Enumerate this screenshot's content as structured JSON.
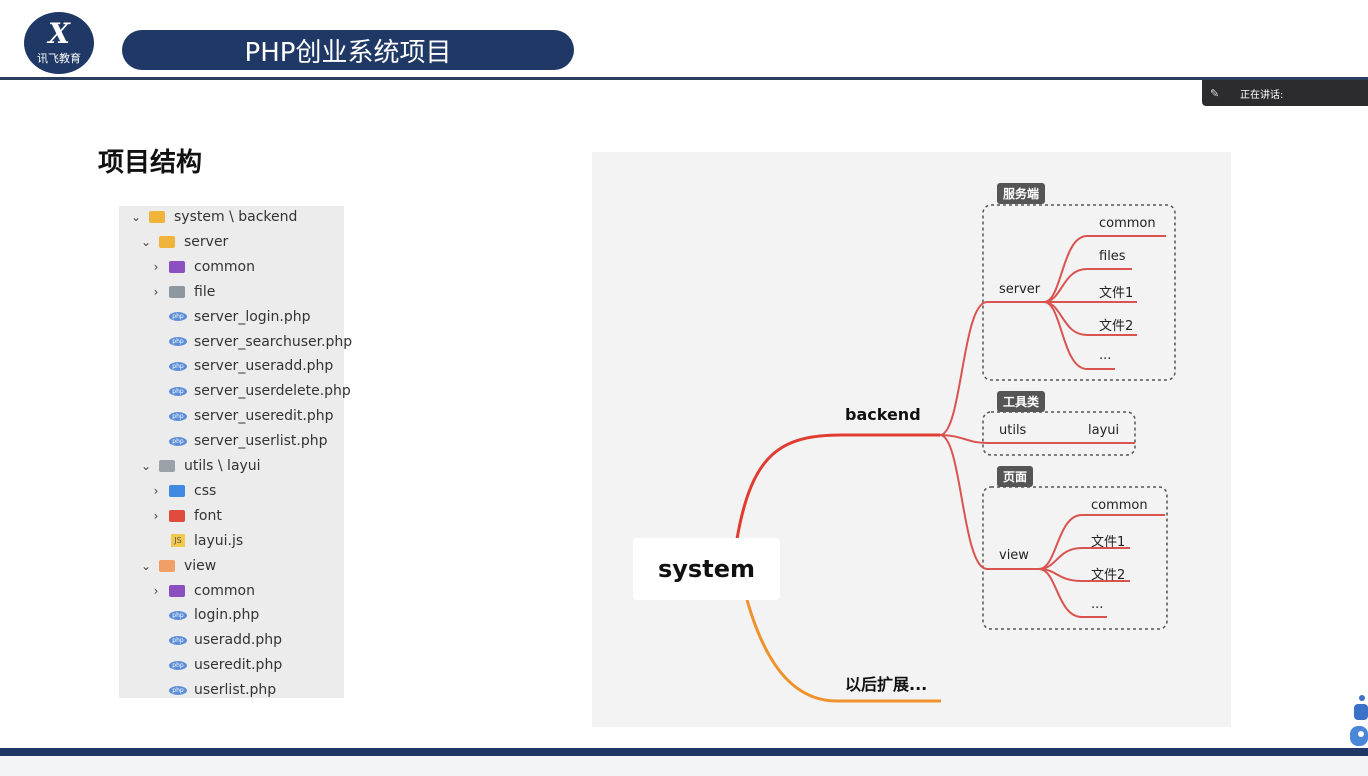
{
  "header": {
    "logo_mark": "X",
    "logo_text": "讯飞教育",
    "title": "PHP创业系统项目"
  },
  "speaking": {
    "label": "正在讲话:"
  },
  "section_title": "项目结构",
  "file_tree": [
    {
      "label": "system \\ backend",
      "chevron": "down",
      "icon": "folder-open-icon",
      "level": 0
    },
    {
      "label": "server",
      "chevron": "down",
      "icon": "folder-open-icon",
      "level": 1
    },
    {
      "label": "common",
      "chevron": "right",
      "icon": "folder-purple-icon",
      "level": 2
    },
    {
      "label": "file",
      "chevron": "right",
      "icon": "folder-gray-icon",
      "level": 2
    },
    {
      "label": "server_login.php",
      "chevron": "",
      "icon": "php-file-icon",
      "level": 2
    },
    {
      "label": "server_searchuser.php",
      "chevron": "",
      "icon": "php-file-icon",
      "level": 2
    },
    {
      "label": "server_useradd.php",
      "chevron": "",
      "icon": "php-file-icon",
      "level": 2
    },
    {
      "label": "server_userdelete.php",
      "chevron": "",
      "icon": "php-file-icon",
      "level": 2
    },
    {
      "label": "server_useredit.php",
      "chevron": "",
      "icon": "php-file-icon",
      "level": 2
    },
    {
      "label": "server_userlist.php",
      "chevron": "",
      "icon": "php-file-icon",
      "level": 2
    },
    {
      "label": "utils \\ layui",
      "chevron": "down",
      "icon": "folder-gray-open-icon",
      "level": 1
    },
    {
      "label": "css",
      "chevron": "right",
      "icon": "folder-blue-icon",
      "level": 2
    },
    {
      "label": "font",
      "chevron": "right",
      "icon": "folder-red-icon",
      "level": 2
    },
    {
      "label": "layui.js",
      "chevron": "",
      "icon": "js-file-icon",
      "level": 2
    },
    {
      "label": "view",
      "chevron": "down",
      "icon": "folder-view-icon",
      "level": 1
    },
    {
      "label": "common",
      "chevron": "right",
      "icon": "folder-purple-icon",
      "level": 2
    },
    {
      "label": "login.php",
      "chevron": "",
      "icon": "php-file-icon",
      "level": 2
    },
    {
      "label": "useradd.php",
      "chevron": "",
      "icon": "php-file-icon",
      "level": 2
    },
    {
      "label": "useredit.php",
      "chevron": "",
      "icon": "php-file-icon",
      "level": 2
    },
    {
      "label": "userlist.php",
      "chevron": "",
      "icon": "php-file-icon",
      "level": 2
    }
  ],
  "mindmap": {
    "root": "system",
    "backend": "backend",
    "extend": "以后扩展...",
    "server_group": {
      "tag": "服务端",
      "node": "server",
      "children": [
        "common",
        "files",
        "文件1",
        "文件2",
        "..."
      ]
    },
    "utils_group": {
      "tag": "工具类",
      "node": "utils",
      "children": [
        "layui"
      ]
    },
    "view_group": {
      "tag": "页面",
      "node": "view",
      "children": [
        "common",
        "文件1",
        "文件2",
        "..."
      ]
    }
  },
  "colors": {
    "brand_navy": "#1f3866",
    "branch_red": "#e03c31",
    "branch_orange": "#f0922b",
    "php_icon_blue": "#5b8dd9"
  }
}
